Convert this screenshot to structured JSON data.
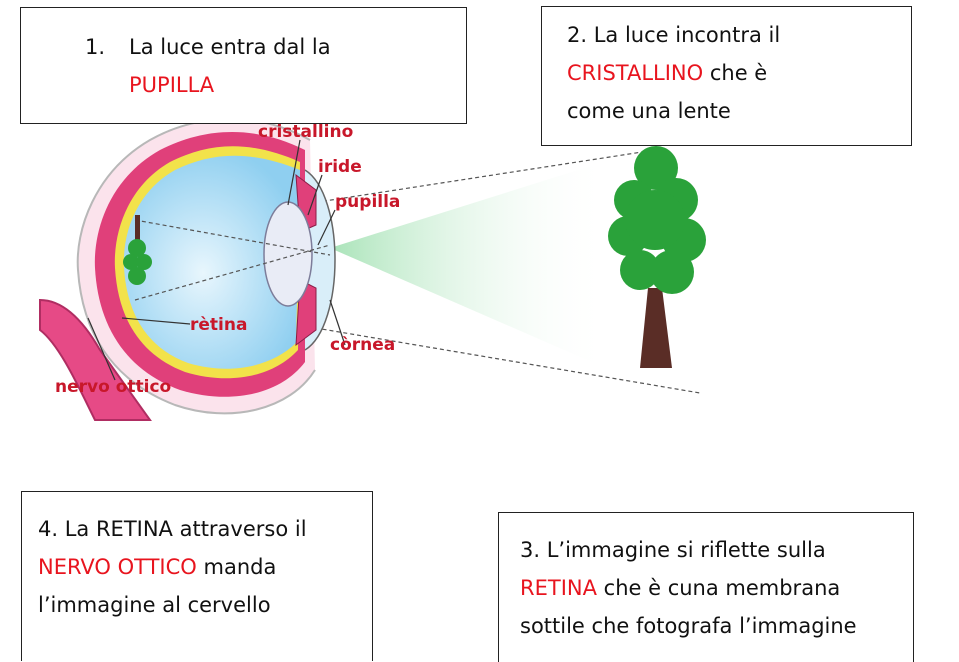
{
  "boxes": {
    "step1": {
      "number": "1.",
      "text": "La luce entra dal la",
      "highlight": "PUPILLA"
    },
    "step2": {
      "text": "2. La luce incontra il",
      "highlight": "CRISTALLINO",
      "after": " che è",
      "line3": "come una lente"
    },
    "step3": {
      "text": "3. L’immagine si riflette sulla",
      "highlight": "RETINA",
      "after": " che è cuna membrana",
      "line3": "sottile che fotografa l’immagine"
    },
    "step4": {
      "text": "4. La RETINA attraverso il",
      "highlight": "NERVO OTTICO",
      "after": " manda",
      "line3": "l’immagine al cervello"
    }
  },
  "eye_labels": {
    "cristallino": "cristallino",
    "iride": "iride",
    "pupilla": "pupilla",
    "retina": "rètina",
    "cornea": "còrnea",
    "nervo": "nervo ottico"
  },
  "colors": {
    "highlight": "#e8141e",
    "label": "#c8172a",
    "eye_wall": "#e0407a",
    "eye_interior": "#bfe3f6",
    "tree_foliage": "#2aa23a",
    "tree_trunk": "#5a2d26"
  }
}
